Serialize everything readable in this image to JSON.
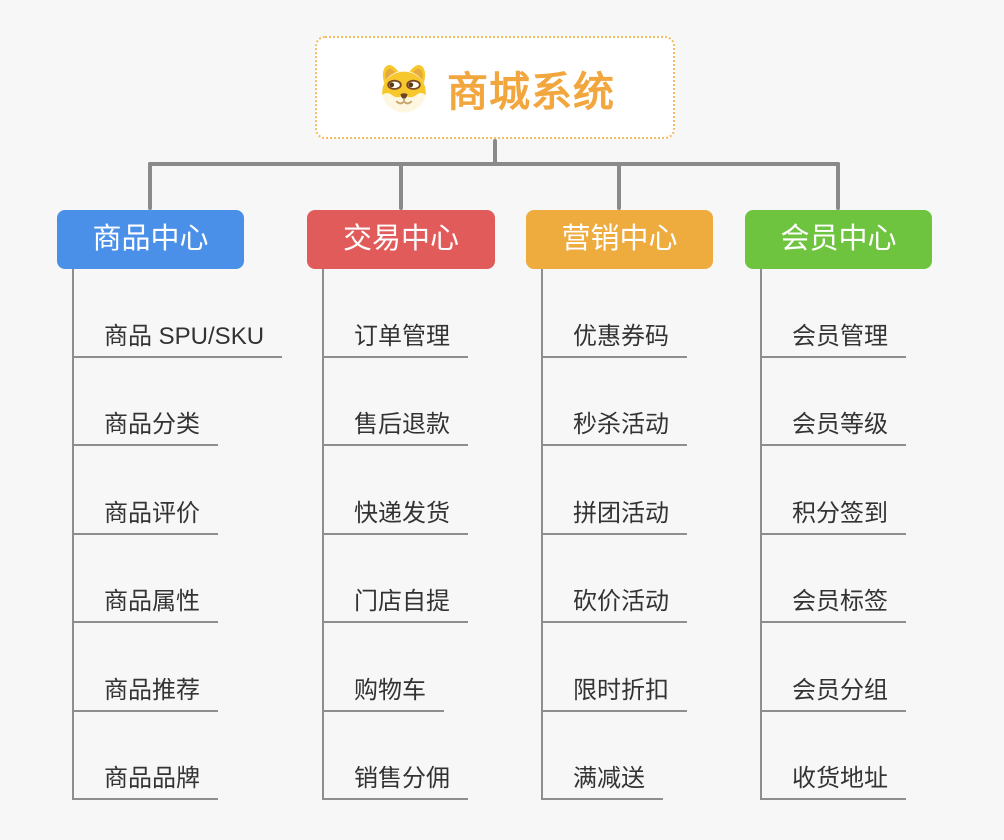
{
  "root": {
    "title": "商城系统",
    "icon": "dog-face-icon",
    "text_color": "#f2a63e",
    "border_color": "#f3bc63"
  },
  "colors": {
    "canvas_bg": "#f7f7f7",
    "connector": "#8a8a8a",
    "line": "#8e8e8e",
    "branch_text": "#ffffff",
    "leaf_text": "#333333"
  },
  "branches": [
    {
      "title": "商品中心",
      "color": "#4a90e8",
      "items": [
        "商品 SPU/SKU",
        "商品分类",
        "商品评价",
        "商品属性",
        "商品推荐",
        "商品品牌"
      ]
    },
    {
      "title": "交易中心",
      "color": "#e25b5b",
      "items": [
        "订单管理",
        "售后退款",
        "快递发货",
        "门店自提",
        "购物车",
        "销售分佣"
      ]
    },
    {
      "title": "营销中心",
      "color": "#eeab3e",
      "items": [
        "优惠券码",
        "秒杀活动",
        "拼团活动",
        "砍价活动",
        "限时折扣",
        "满减送"
      ]
    },
    {
      "title": "会员中心",
      "color": "#6ec33f",
      "items": [
        "会员管理",
        "会员等级",
        "积分签到",
        "会员标签",
        "会员分组",
        "收货地址"
      ]
    }
  ]
}
